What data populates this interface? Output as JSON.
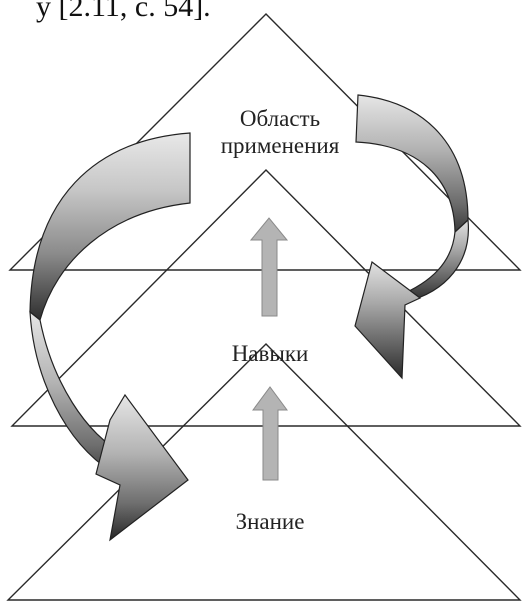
{
  "header_fragment": "у [2.11, с. 54].",
  "levels": {
    "top_line1": "Область",
    "top_line2": "применения",
    "middle": "Навыки",
    "bottom": "Знание"
  },
  "colors": {
    "outline": "#2a2a2a",
    "arrow_light": "#e3e3e3",
    "arrow_dark": "#2e2e2e",
    "up_arrow_fill": "#b4b4b4",
    "up_arrow_stroke": "#8a8a8a"
  }
}
